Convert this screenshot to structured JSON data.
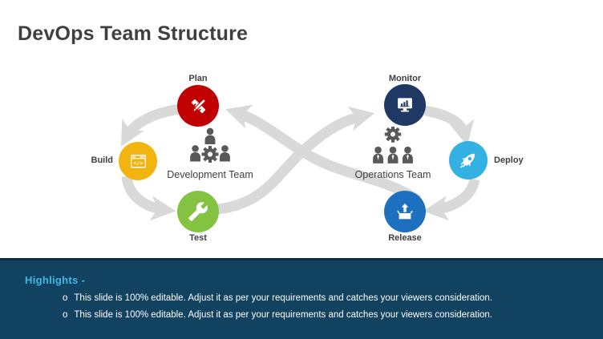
{
  "slide": {
    "title": "DevOps Team Structure"
  },
  "diagram": {
    "loop_color": "#D9D9D9",
    "left_team": {
      "label": "Development Team",
      "icon": "team-around-gear-icon",
      "icon_color": "#595959"
    },
    "right_team": {
      "label": "Operations Team",
      "icon": "gear-over-team-icon",
      "icon_color": "#595959"
    },
    "nodes": [
      {
        "id": "plan",
        "label": "Plan",
        "color": "#C00000",
        "icon": "pencil-ruler-icon"
      },
      {
        "id": "build",
        "label": "Build",
        "color": "#F2B50F",
        "icon": "code-window-icon"
      },
      {
        "id": "test",
        "label": "Test",
        "color": "#84C341",
        "icon": "wrench-icon"
      },
      {
        "id": "monitor",
        "label": "Monitor",
        "color": "#1F3864",
        "icon": "monitor-chart-icon"
      },
      {
        "id": "deploy",
        "label": "Deploy",
        "color": "#33B1E3",
        "icon": "rocket-icon"
      },
      {
        "id": "release",
        "label": "Release",
        "color": "#1D6FC0",
        "icon": "box-upload-icon"
      }
    ]
  },
  "highlights": {
    "title": "Highlights -",
    "bullet_char": "o",
    "bullets": [
      "This slide is 100% editable. Adjust it as per your requirements and catches your viewers consideration.",
      "This slide is 100% editable. Adjust it as per your requirements and catches your viewers consideration."
    ]
  }
}
